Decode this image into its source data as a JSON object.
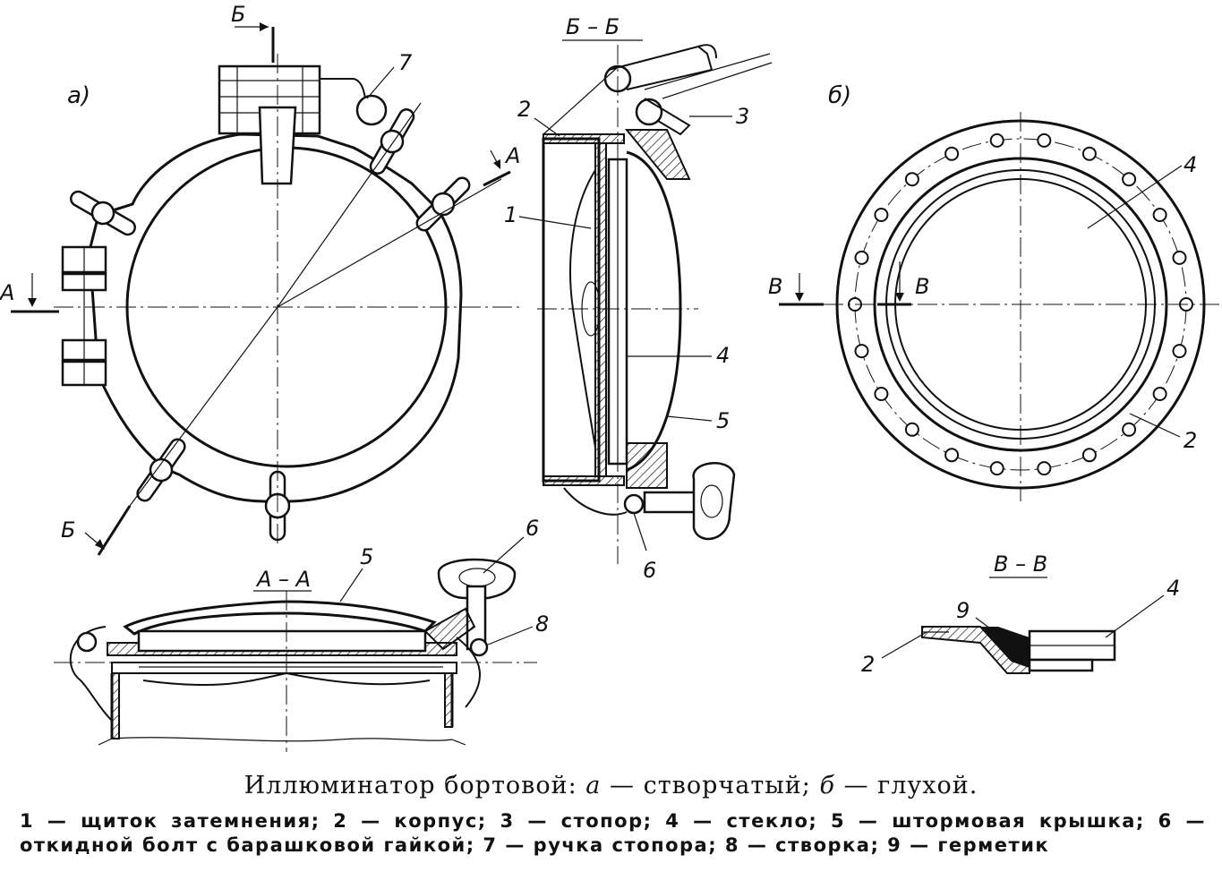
{
  "views": {
    "a": "а)",
    "b": "б)"
  },
  "sections": {
    "bb": "Б – Б",
    "aa": "А – А",
    "vv": "В – В"
  },
  "cut_marks": {
    "A": "А",
    "B": "Б",
    "V": "В"
  },
  "callouts": {
    "n1": "1",
    "n2": "2",
    "n3": "3",
    "n4": "4",
    "n5": "5",
    "n6": "6",
    "n7": "7",
    "n8": "8",
    "n9": "9"
  },
  "caption": {
    "title": "Иллюминатор бортовой:",
    "a_letter": "а",
    "a_text": "— створчатый;",
    "b_letter": "б",
    "b_text": "— глухой."
  },
  "legend": {
    "text": "1 — щиток затемнения; 2 — корпус; 3 — стопор; 4 — стекло; 5 — штормовая крышка; 6 — откидной болт с барашковой гайкой; 7 — ручка стопора; 8 — створка; 9 — герметик"
  }
}
